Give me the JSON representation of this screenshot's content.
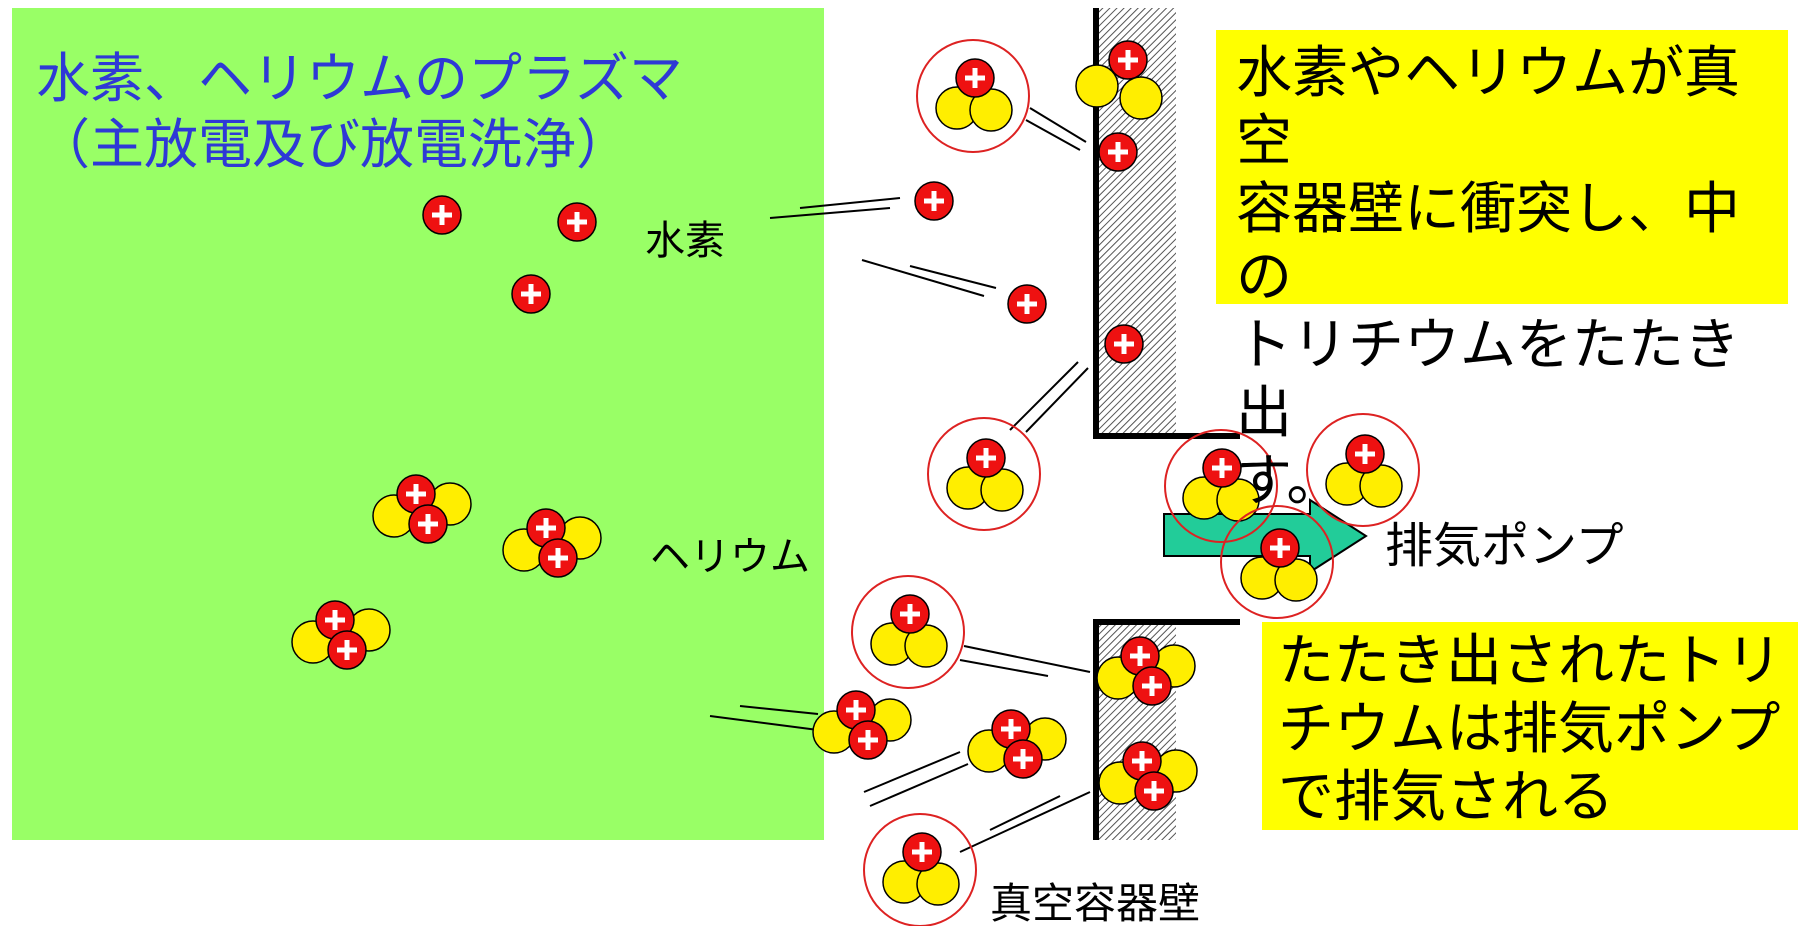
{
  "plasma": {
    "title_line1": "水素、ヘリウムのプラズマ",
    "title_line2": "（主放電及び放電洗浄）",
    "color": "#99FF66",
    "text_color": "#2E39D6"
  },
  "labels": {
    "hydrogen": "水素",
    "helium": "ヘリウム",
    "exhaust_pump": "排気ポンプ",
    "vacuum_wall": "真空容器壁"
  },
  "callouts": {
    "top": [
      "水素やヘリウムが真空",
      "容器壁に衝突し、中の",
      "トリチウムをたたき出",
      "す。"
    ],
    "bottom": [
      "たたき出されたトリ",
      "チウムは排気ポンプ",
      "で排気される"
    ],
    "color": "#FFFF00"
  },
  "particles": {
    "proton_color": "#EE1111",
    "neutron_color": "#FFEE00",
    "plus_sign": "+",
    "pump_arrow_color": "#22CC99"
  }
}
